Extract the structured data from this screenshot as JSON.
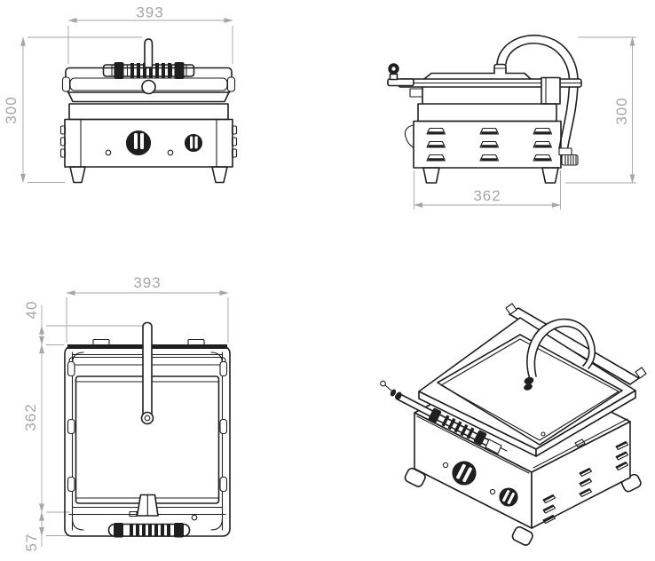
{
  "drawing": {
    "colors": {
      "line": "#1f1f1f",
      "dimension": "#a6a6a6",
      "background": "#ffffff"
    },
    "views": {
      "front": {
        "width": "393",
        "height": "300"
      },
      "side": {
        "depth": "362",
        "height": "300"
      },
      "top": {
        "width": "393",
        "handle_offset": "40",
        "depth": "362",
        "hinge_offset": "57"
      }
    }
  }
}
